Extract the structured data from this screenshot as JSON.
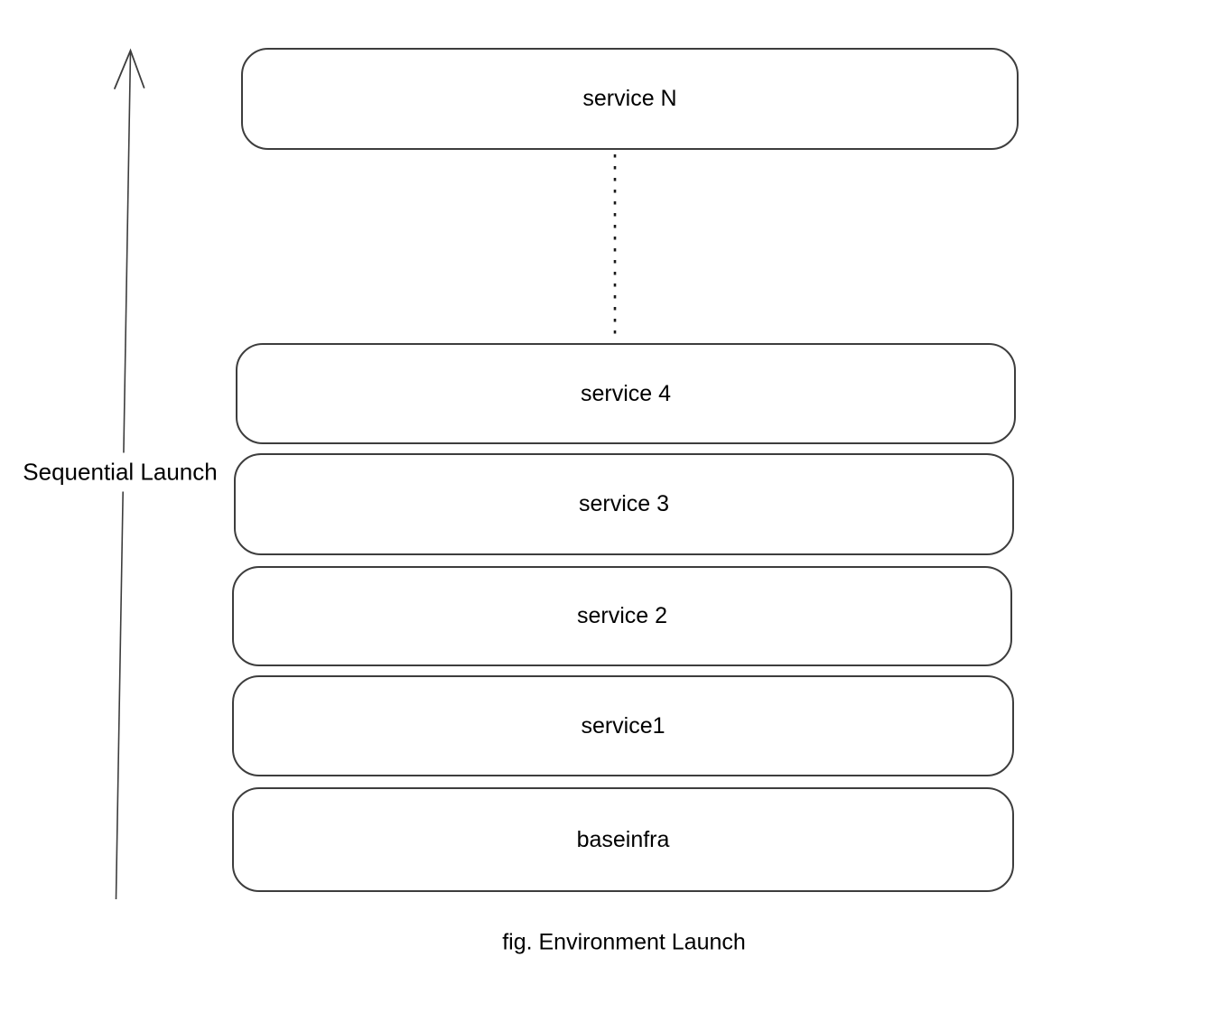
{
  "arrow": {
    "label": "Sequential Launch",
    "direction": "up"
  },
  "boxes": [
    {
      "label": "service N"
    },
    {
      "label": "service 4"
    },
    {
      "label": "service 3"
    },
    {
      "label": "service 2"
    },
    {
      "label": "service1"
    },
    {
      "label": "baseinfra"
    }
  ],
  "connector": {
    "style": "dotted",
    "between": [
      "service N",
      "service 4"
    ]
  },
  "caption": "fig. Environment Launch",
  "colors": {
    "stroke": "#3d3d3d",
    "text": "#000000",
    "background": "#ffffff"
  }
}
